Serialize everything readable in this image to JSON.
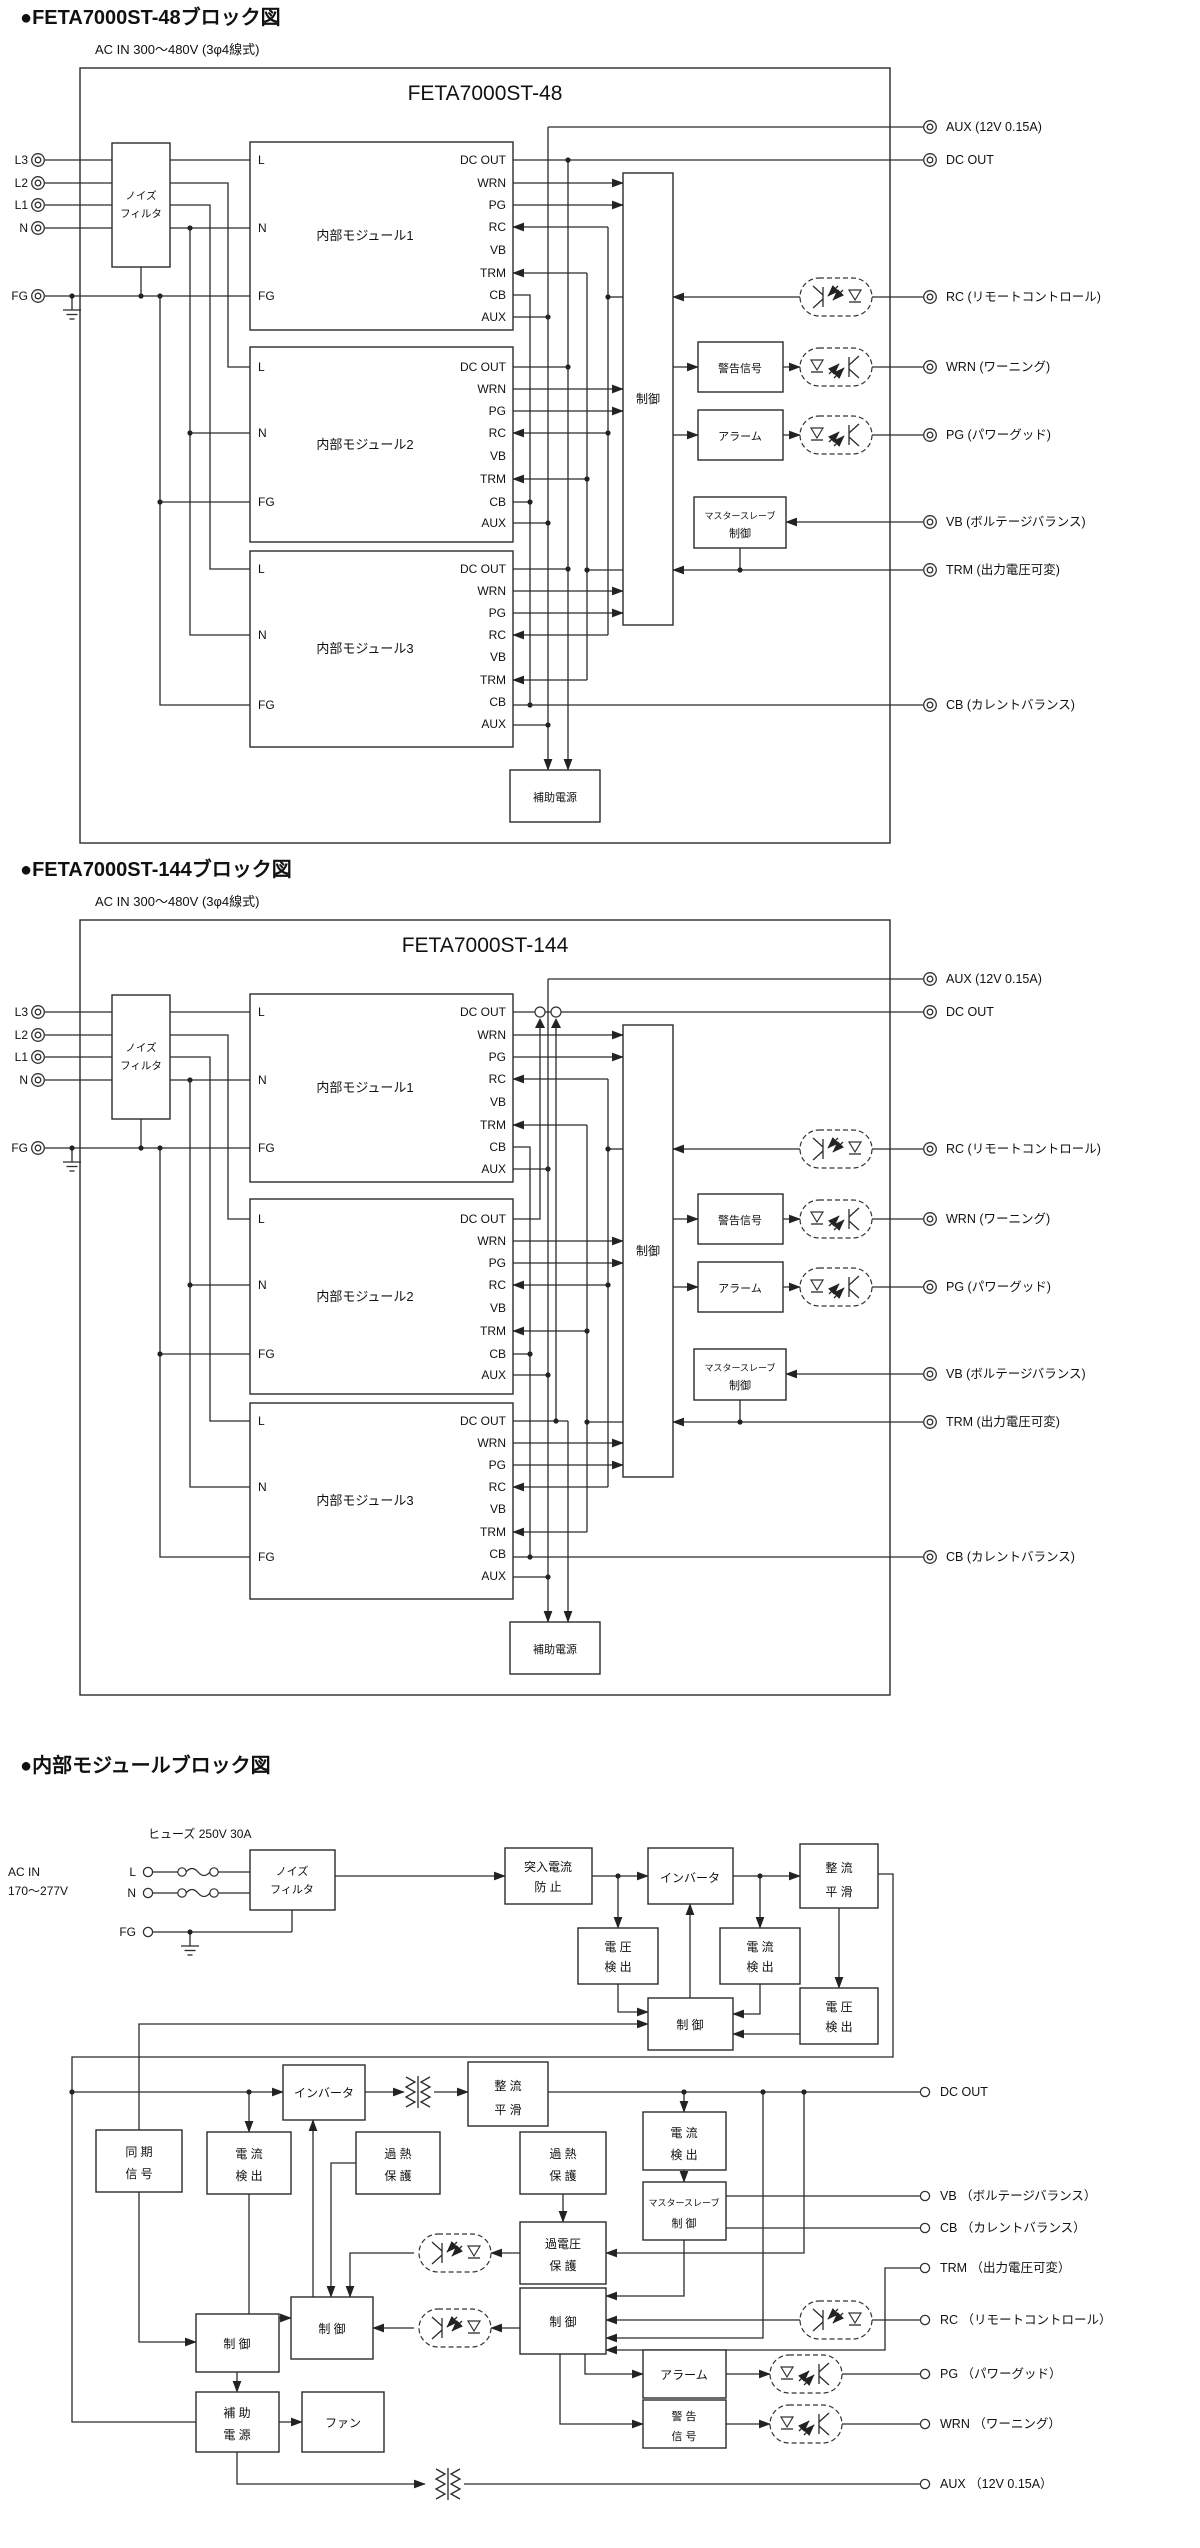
{
  "shared": {
    "pin_l": "L",
    "pin_n": "N",
    "pin_fg": "FG",
    "pin_dcout": "DC OUT",
    "pin_wrn": "WRN",
    "pin_pg": "PG",
    "pin_rc": "RC",
    "pin_vb": "VB",
    "pin_trm": "TRM",
    "pin_cb": "CB",
    "pin_aux": "AUX",
    "in_l3": "L3",
    "in_l2": "L2",
    "in_l1": "L1",
    "in_n": "N",
    "in_fg": "FG",
    "noise1": "ノイズ",
    "noise2": "フィルタ",
    "module1": "内部モジュール1",
    "module2": "内部モジュール2",
    "module3": "内部モジュール3",
    "control": "制御",
    "warn_box": "警告信号",
    "alarm_box": "アラーム",
    "ms1": "マスタースレーブ",
    "ms2": "制御",
    "aux_ps": "補助電源",
    "t_aux": "AUX (12V 0.15A)",
    "t_dcout": "DC OUT",
    "t_rc": "RC (リモートコントロール)",
    "t_wrn": "WRN (ワーニング)",
    "t_pg": "PG (パワーグッド)",
    "t_vb": "VB (ボルテージバランス)",
    "t_trm": "TRM (出力電圧可変)",
    "t_cb": "CB (カレントバランス)"
  },
  "s48": {
    "title": "●FETA7000ST-48ブロック図",
    "subtitle": "AC IN 300〜480V (3φ4線式)",
    "box_title": "FETA7000ST-48"
  },
  "s144": {
    "title": "●FETA7000ST-144ブロック図",
    "subtitle": "AC IN 300〜480V (3φ4線式)",
    "box_title": "FETA7000ST-144"
  },
  "internal": {
    "title": "●内部モジュールブロック図",
    "fuse": "ヒューズ 250V 30A",
    "acin1": "AC IN",
    "acin2": "170〜277V",
    "l": "L",
    "n": "N",
    "fg": "FG",
    "noise1": "ノイズ",
    "noise2": "フィルタ",
    "inrush1": "突入電流",
    "inrush2": "防 止",
    "inverter": "インバータ",
    "rect1": "整  流",
    "rect2": "平  滑",
    "vdet1": "電  圧",
    "vdet2": "検  出",
    "idet1": "電  流",
    "idet2": "検  出",
    "control": "制  御",
    "sync1": "同  期",
    "sync2": "信  号",
    "ohp1": "過  熱",
    "ohp2": "保  護",
    "ovp1": "過電圧",
    "ovp2": "保  護",
    "ms1": "マスタースレーブ",
    "ms2": "制  御",
    "alarm": "アラーム",
    "warn1": "警  告",
    "warn2": "信  号",
    "auxps1": "補  助",
    "auxps2": "電  源",
    "fan": "ファン",
    "t_dcout": "DC OUT",
    "t_vb": "VB （ボルテージバランス）",
    "t_cb": "CB （カレントバランス）",
    "t_trm": "TRM （出力電圧可変）",
    "t_rc": "RC （リモートコントロール）",
    "t_pg": "PG （パワーグッド）",
    "t_wrn": "WRN （ワーニング）",
    "t_aux": "AUX （12V 0.15A）"
  }
}
